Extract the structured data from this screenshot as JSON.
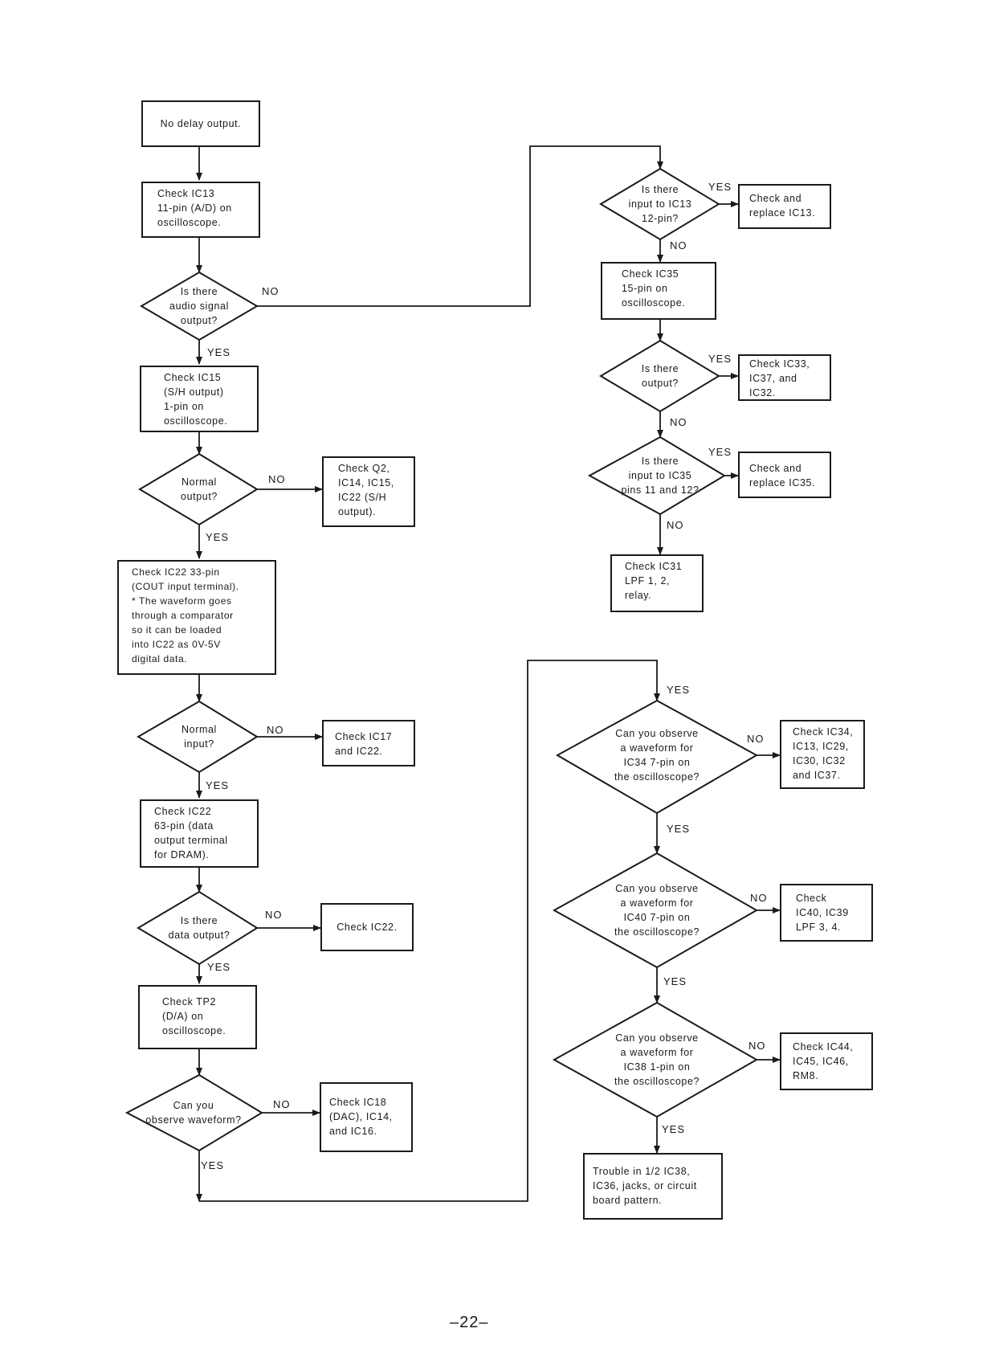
{
  "flow": {
    "b_no_delay": "No delay output.",
    "b_ic13_11": "Check IC13\n11-pin (A/D) on\noscilloscope.",
    "d_audio": "Is there\naudio signal\noutput?",
    "b_ic15": "Check IC15\n(S/H output)\n1-pin on\noscilloscope.",
    "d_normal_out": "Normal\noutput?",
    "b_q2": "Check Q2,\nIC14, IC15,\nIC22 (S/H\noutput).",
    "b_ic22_33": "Check IC22 33-pin\n(COUT input terminal).\n* The waveform goes\n  through a comparator\n  so it can be loaded\n  into IC22 as 0V-5V\n  digital data.",
    "d_normal_in": "Normal\ninput?",
    "b_ic17": "Check IC17\nand IC22.",
    "b_ic22_63": "Check IC22\n63-pin (data\noutput terminal\nfor DRAM).",
    "d_data_out": "Is there\ndata output?",
    "b_ic22": "Check IC22.",
    "b_tp2": "Check TP2\n(D/A) on\noscilloscope.",
    "d_waveform": "Can you\nobserve waveform?",
    "b_ic18": "Check IC18\n(DAC), IC14,\nand IC16.",
    "d_ic13_12": "Is there\ninput to IC13\n12-pin?",
    "b_replace_ic13": "Check and\nreplace IC13.",
    "b_ic35_15": "Check IC35\n15-pin on\noscilloscope.",
    "d_output": "Is there\noutput?",
    "b_ic33": "Check IC33,\nIC37, and\nIC32.",
    "d_ic35_pins": "Is there\ninput to IC35\npins 11 and 12?",
    "b_replace_ic35": "Check and\nreplace IC35.",
    "b_ic31": "Check IC31\nLPF 1, 2,\nrelay.",
    "d_ic34": "Can you observe\na waveform for\nIC34 7-pin on\nthe oscilloscope?",
    "b_ic34": "Check IC34,\nIC13, IC29,\nIC30, IC32\nand IC37.",
    "d_ic40": "Can you observe\na waveform for\nIC40 7-pin on\nthe oscilloscope?",
    "b_ic40": "Check\nIC40, IC39\nLPF 3, 4.",
    "d_ic38": "Can you observe\na waveform for\nIC38 1-pin on\nthe oscilloscope?",
    "b_ic44": "Check IC44,\nIC45, IC46,\nRM8.",
    "b_trouble": "Trouble in 1/2 IC38,\nIC36, jacks, or circuit\nboard pattern."
  },
  "labels": {
    "yes": "YES",
    "no": "NO"
  },
  "page_number": "–22–"
}
